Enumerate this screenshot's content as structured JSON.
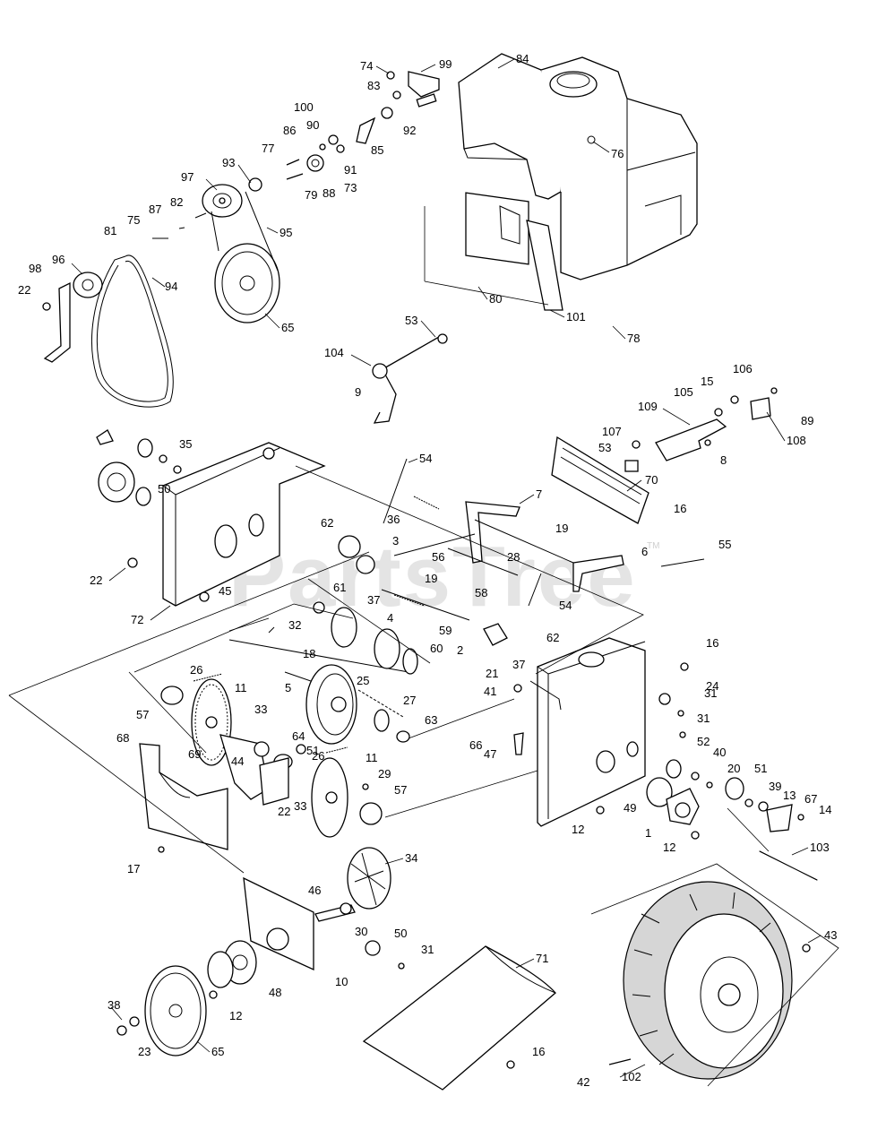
{
  "diagram": {
    "watermark": "PartsTree",
    "watermark_mark": "TM",
    "callouts": [
      {
        "id": "c74",
        "label": "74"
      },
      {
        "id": "c99",
        "label": "99"
      },
      {
        "id": "c84",
        "label": "84"
      },
      {
        "id": "c83",
        "label": "83"
      },
      {
        "id": "c100",
        "label": "100"
      },
      {
        "id": "c92",
        "label": "92"
      },
      {
        "id": "c86",
        "label": "86"
      },
      {
        "id": "c90",
        "label": "90"
      },
      {
        "id": "c85",
        "label": "85"
      },
      {
        "id": "c76",
        "label": "76"
      },
      {
        "id": "c77",
        "label": "77"
      },
      {
        "id": "c91",
        "label": "91"
      },
      {
        "id": "c93",
        "label": "93"
      },
      {
        "id": "c73",
        "label": "73"
      },
      {
        "id": "c97",
        "label": "97"
      },
      {
        "id": "c79",
        "label": "79"
      },
      {
        "id": "c88",
        "label": "88"
      },
      {
        "id": "c87",
        "label": "87"
      },
      {
        "id": "c82",
        "label": "82"
      },
      {
        "id": "c75",
        "label": "75"
      },
      {
        "id": "c81",
        "label": "81"
      },
      {
        "id": "c95",
        "label": "95"
      },
      {
        "id": "c96",
        "label": "96"
      },
      {
        "id": "c98",
        "label": "98"
      },
      {
        "id": "c94",
        "label": "94"
      },
      {
        "id": "c22a",
        "label": "22"
      },
      {
        "id": "c65a",
        "label": "65"
      },
      {
        "id": "c80",
        "label": "80"
      },
      {
        "id": "c101",
        "label": "101"
      },
      {
        "id": "c78",
        "label": "78"
      },
      {
        "id": "c53a",
        "label": "53"
      },
      {
        "id": "c104",
        "label": "104"
      },
      {
        "id": "c9",
        "label": "9"
      },
      {
        "id": "c106",
        "label": "106"
      },
      {
        "id": "c15",
        "label": "15"
      },
      {
        "id": "c105",
        "label": "105"
      },
      {
        "id": "c109",
        "label": "109"
      },
      {
        "id": "c89",
        "label": "89"
      },
      {
        "id": "c108",
        "label": "108"
      },
      {
        "id": "c107",
        "label": "107"
      },
      {
        "id": "c53b",
        "label": "53"
      },
      {
        "id": "c8",
        "label": "8"
      },
      {
        "id": "c35",
        "label": "35"
      },
      {
        "id": "c54a",
        "label": "54"
      },
      {
        "id": "c50a",
        "label": "50"
      },
      {
        "id": "c7",
        "label": "7"
      },
      {
        "id": "c70",
        "label": "70"
      },
      {
        "id": "c36",
        "label": "36"
      },
      {
        "id": "c16a",
        "label": "16"
      },
      {
        "id": "c62a",
        "label": "62"
      },
      {
        "id": "c3",
        "label": "3"
      },
      {
        "id": "c19a",
        "label": "19"
      },
      {
        "id": "c28",
        "label": "28"
      },
      {
        "id": "c56",
        "label": "56"
      },
      {
        "id": "c6",
        "label": "6"
      },
      {
        "id": "c55",
        "label": "55"
      },
      {
        "id": "c22b",
        "label": "22"
      },
      {
        "id": "c19b",
        "label": "19"
      },
      {
        "id": "c45",
        "label": "45"
      },
      {
        "id": "c37a",
        "label": "37"
      },
      {
        "id": "c58",
        "label": "58"
      },
      {
        "id": "c61",
        "label": "61"
      },
      {
        "id": "c54b",
        "label": "54"
      },
      {
        "id": "c72",
        "label": "72"
      },
      {
        "id": "c59",
        "label": "59"
      },
      {
        "id": "c4",
        "label": "4"
      },
      {
        "id": "c32",
        "label": "32"
      },
      {
        "id": "c60",
        "label": "60"
      },
      {
        "id": "c2",
        "label": "2"
      },
      {
        "id": "c62b",
        "label": "62"
      },
      {
        "id": "c18",
        "label": "18"
      },
      {
        "id": "c37b",
        "label": "37"
      },
      {
        "id": "c16b",
        "label": "16"
      },
      {
        "id": "c26a",
        "label": "26"
      },
      {
        "id": "c21",
        "label": "21"
      },
      {
        "id": "c5",
        "label": "5"
      },
      {
        "id": "c25",
        "label": "25"
      },
      {
        "id": "c11a",
        "label": "11"
      },
      {
        "id": "c24",
        "label": "24"
      },
      {
        "id": "c31a",
        "label": "31"
      },
      {
        "id": "c57a",
        "label": "57"
      },
      {
        "id": "c41",
        "label": "41"
      },
      {
        "id": "c27",
        "label": "27"
      },
      {
        "id": "c33a",
        "label": "33"
      },
      {
        "id": "c31b",
        "label": "31"
      },
      {
        "id": "c63",
        "label": "63"
      },
      {
        "id": "c68",
        "label": "68"
      },
      {
        "id": "c64",
        "label": "64"
      },
      {
        "id": "c66",
        "label": "66"
      },
      {
        "id": "c52",
        "label": "52"
      },
      {
        "id": "c51a",
        "label": "51"
      },
      {
        "id": "c40",
        "label": "40"
      },
      {
        "id": "c69",
        "label": "69"
      },
      {
        "id": "c26b",
        "label": "26"
      },
      {
        "id": "c47",
        "label": "47"
      },
      {
        "id": "c11b",
        "label": "11"
      },
      {
        "id": "c44",
        "label": "44"
      },
      {
        "id": "c20",
        "label": "20"
      },
      {
        "id": "c29",
        "label": "29"
      },
      {
        "id": "c51b",
        "label": "51"
      },
      {
        "id": "c39",
        "label": "39"
      },
      {
        "id": "c57b",
        "label": "57"
      },
      {
        "id": "c22c",
        "label": "22"
      },
      {
        "id": "c33b",
        "label": "33"
      },
      {
        "id": "c13",
        "label": "13"
      },
      {
        "id": "c49",
        "label": "49"
      },
      {
        "id": "c67",
        "label": "67"
      },
      {
        "id": "c14",
        "label": "14"
      },
      {
        "id": "c12a",
        "label": "12"
      },
      {
        "id": "c1",
        "label": "1"
      },
      {
        "id": "c12b",
        "label": "12"
      },
      {
        "id": "c103",
        "label": "103"
      },
      {
        "id": "c17",
        "label": "17"
      },
      {
        "id": "c34",
        "label": "34"
      },
      {
        "id": "c46",
        "label": "46"
      },
      {
        "id": "c30",
        "label": "30"
      },
      {
        "id": "c50b",
        "label": "50"
      },
      {
        "id": "c71",
        "label": "71"
      },
      {
        "id": "c43",
        "label": "43"
      },
      {
        "id": "c31c",
        "label": "31"
      },
      {
        "id": "c10",
        "label": "10"
      },
      {
        "id": "c48",
        "label": "48"
      },
      {
        "id": "c12c",
        "label": "12"
      },
      {
        "id": "c38",
        "label": "38"
      },
      {
        "id": "c23",
        "label": "23"
      },
      {
        "id": "c65b",
        "label": "65"
      },
      {
        "id": "c16c",
        "label": "16"
      },
      {
        "id": "c42",
        "label": "42"
      },
      {
        "id": "c102",
        "label": "102"
      }
    ]
  }
}
